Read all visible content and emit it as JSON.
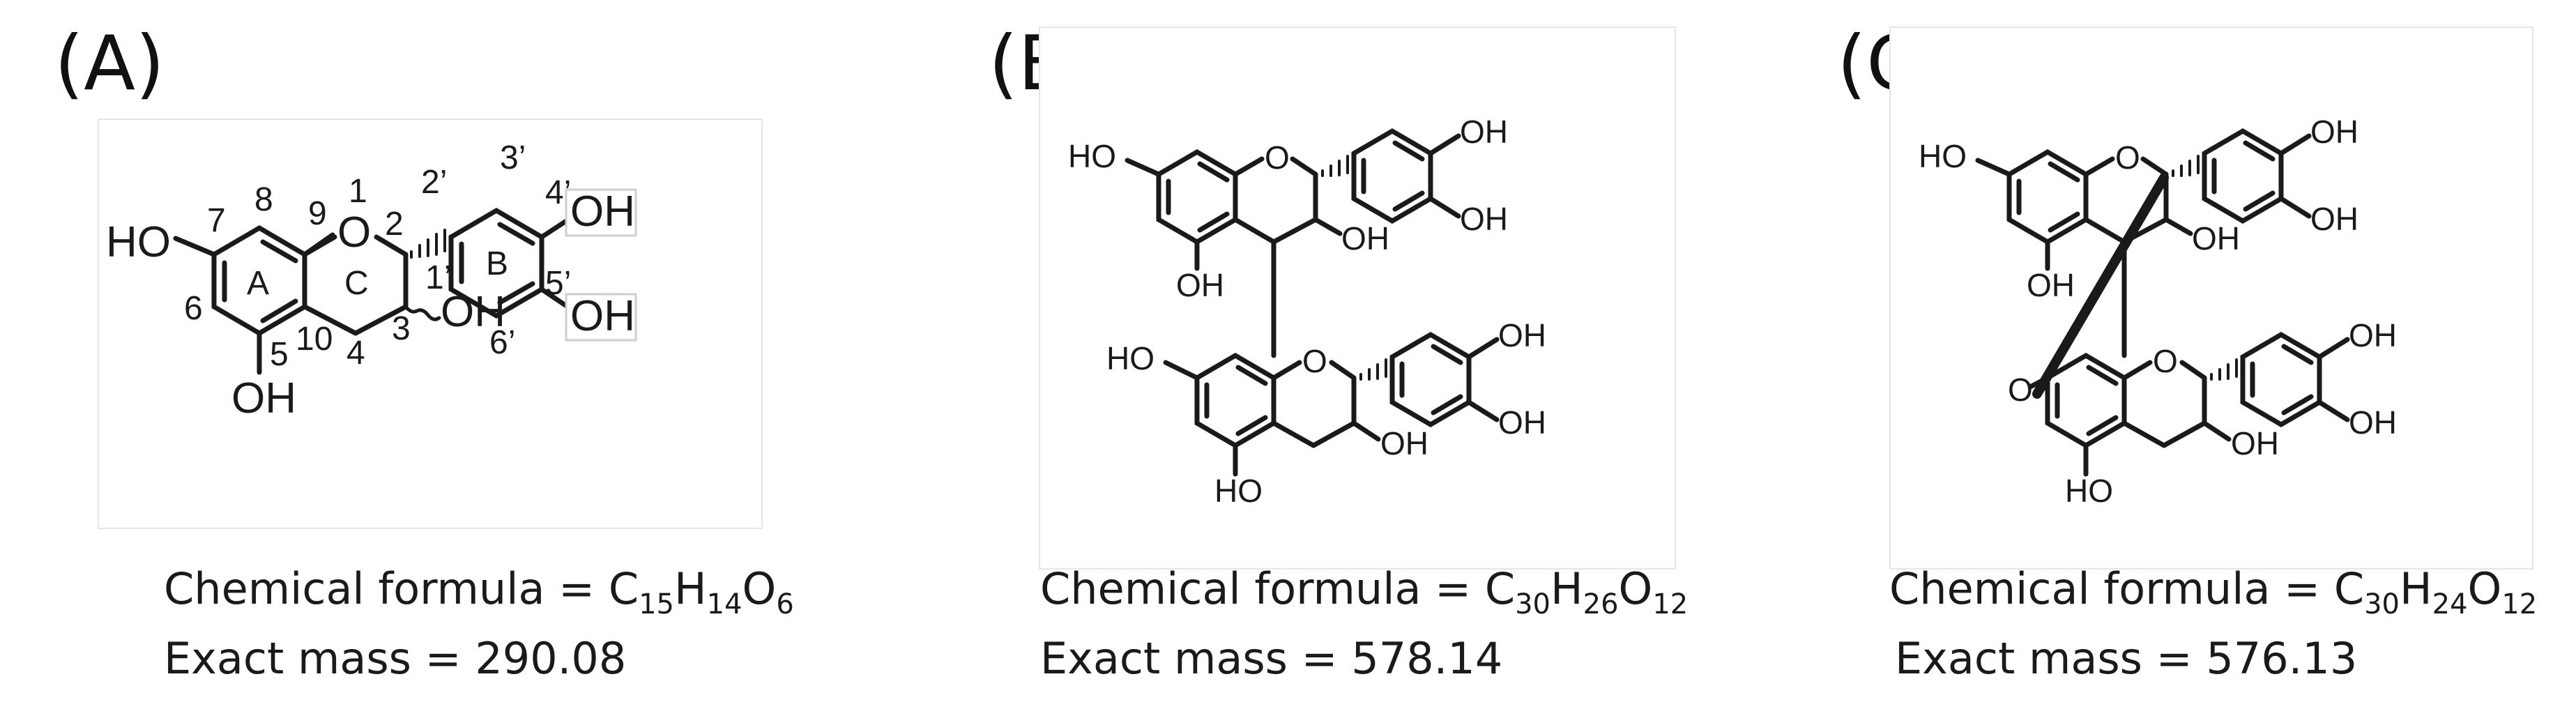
{
  "panels": [
    {
      "id": "A",
      "label": "(A)",
      "formula": {
        "prefix": "Chemical formula = ",
        "parts": [
          [
            "C",
            "15"
          ],
          [
            "H",
            "14"
          ],
          [
            "O",
            "6"
          ]
        ]
      },
      "mass": "Exact mass = 290.08",
      "atoms": {
        "o_ring": "O",
        "oh_4p": "OH",
        "oh_5p": "OH",
        "oh_7": "HO",
        "oh_3": "OH",
        "oh_5": "OH",
        "n1": "1",
        "n2": "2",
        "n3": "3",
        "n4": "4",
        "n5": "5",
        "n6": "6",
        "n7": "7",
        "n8": "8",
        "n9": "9",
        "n10": "10",
        "n1p": "1’",
        "n2p": "2’",
        "n3p": "3’",
        "n4p": "4’",
        "n5p": "5’",
        "n6p": "6’",
        "ringA": "A",
        "ringB": "B",
        "ringC": "C"
      }
    },
    {
      "id": "B",
      "label": "(B)",
      "formula": {
        "prefix": "Chemical formula = ",
        "parts": [
          [
            "C",
            "30"
          ],
          [
            "H",
            "26"
          ],
          [
            "O",
            "12"
          ]
        ]
      },
      "mass": "Exact mass = 578.14",
      "atoms": {
        "o1": "O",
        "o2": "O",
        "ho7": "HO",
        "oh5": "OH",
        "oh3": "OH",
        "oh3p": "OH",
        "oh4p": "OH",
        "ho7b": "HO",
        "ho5b": "HO",
        "oh3b": "OH",
        "oh3pb": "OH",
        "oh4pb": "OH"
      }
    },
    {
      "id": "C",
      "label": "(C)",
      "formula": {
        "prefix": "Chemical formula = ",
        "parts": [
          [
            "C",
            "30"
          ],
          [
            "H",
            "24"
          ],
          [
            "O",
            "12"
          ]
        ]
      },
      "mass": "Exact mass = 576.13",
      "atoms": {
        "o1": "O",
        "o2": "O",
        "oEther": "O",
        "ho7": "HO",
        "oh5": "OH",
        "oh3": "OH",
        "oh3p": "OH",
        "oh4p": "OH",
        "ho5b": "HO",
        "oh3b": "OH",
        "oh3pb": "OH",
        "oh4pb": "OH"
      }
    }
  ]
}
